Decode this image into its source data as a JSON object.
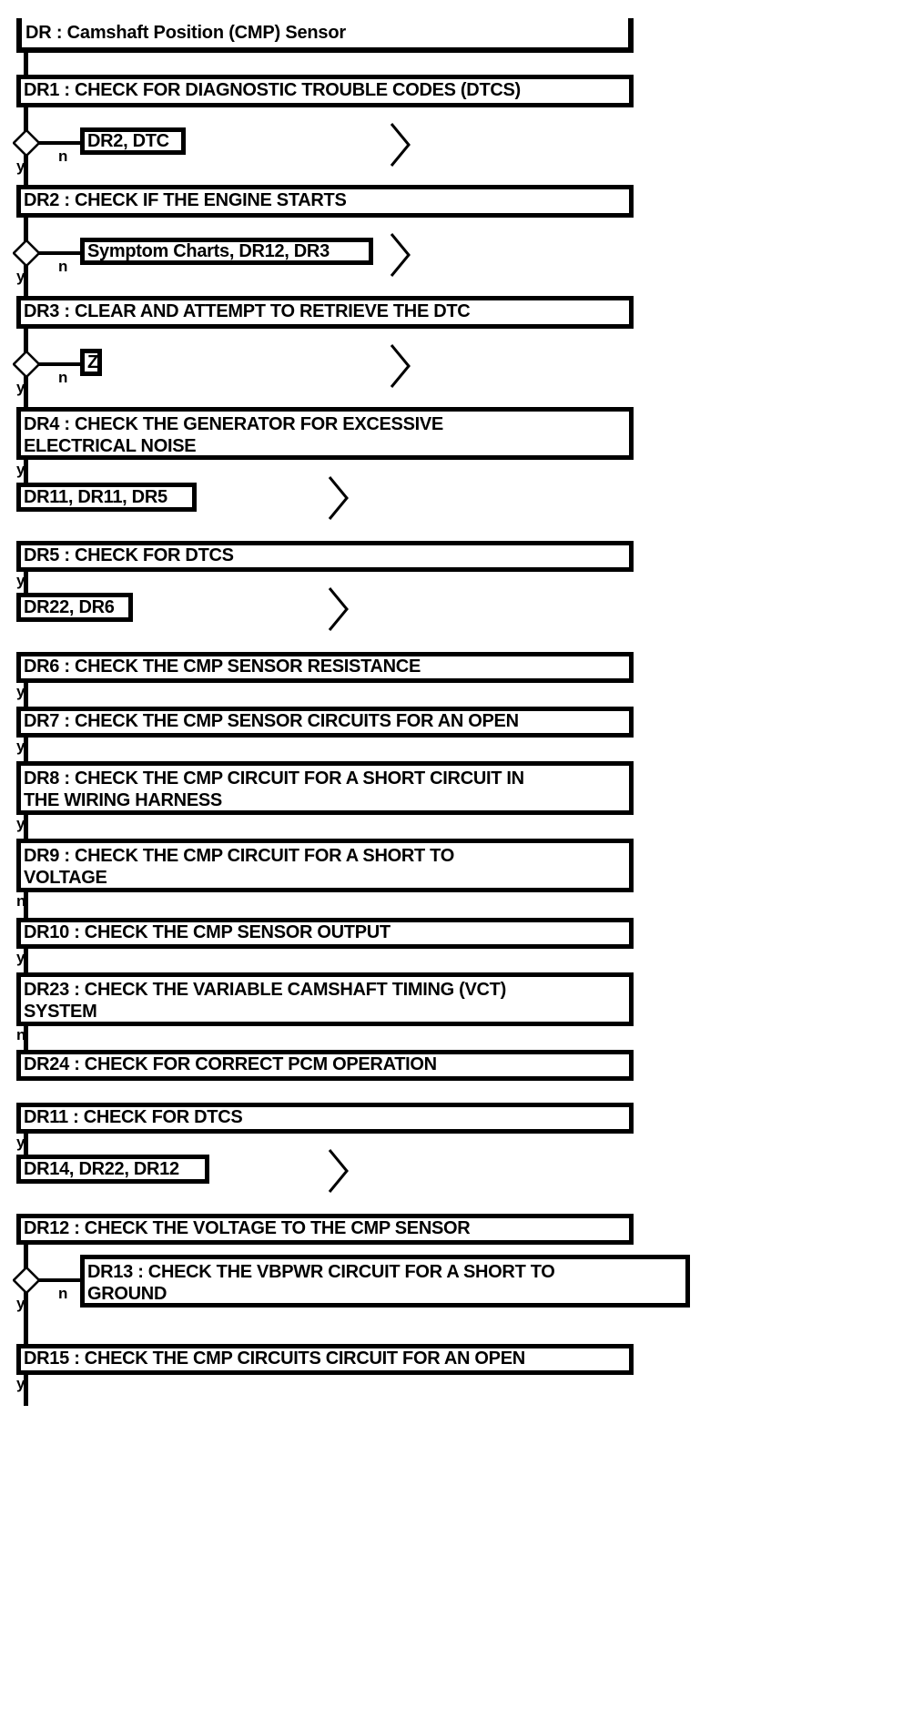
{
  "diagram": {
    "title": "DR : Camshaft Position (CMP) Sensor",
    "type": "diagnostic-flowchart",
    "line_color": "#000000",
    "background_color": "#ffffff",
    "branch_labels": {
      "yes": "y",
      "no": "n"
    },
    "nodes": {
      "title": {
        "id": "DR",
        "label": "DR : Camshaft Position (CMP) Sensor"
      },
      "dr1": {
        "id": "DR1",
        "label": "DR1 : CHECK FOR DIAGNOSTIC TROUBLE CODES (DTCS)"
      },
      "dr2": {
        "id": "DR2",
        "label": "DR2 : CHECK IF THE ENGINE STARTS"
      },
      "dr3": {
        "id": "DR3",
        "label": "DR3 : CLEAR AND ATTEMPT TO RETRIEVE THE DTC"
      },
      "dr4_l1": {
        "id": "DR4",
        "label": "DR4 : CHECK THE GENERATOR FOR EXCESSIVE"
      },
      "dr4_l2": {
        "label": "ELECTRICAL NOISE"
      },
      "dr5": {
        "id": "DR5",
        "label": "DR5 : CHECK FOR DTCS"
      },
      "dr6": {
        "id": "DR6",
        "label": "DR6 : CHECK THE CMP SENSOR RESISTANCE"
      },
      "dr7": {
        "id": "DR7",
        "label": "DR7 : CHECK THE CMP SENSOR CIRCUITS FOR AN OPEN"
      },
      "dr8_l1": {
        "id": "DR8",
        "label": "DR8 : CHECK THE CMP CIRCUIT FOR A SHORT CIRCUIT IN"
      },
      "dr8_l2": {
        "label": "THE WIRING HARNESS"
      },
      "dr9_l1": {
        "id": "DR9",
        "label": "DR9 : CHECK THE CMP CIRCUIT FOR A SHORT TO"
      },
      "dr9_l2": {
        "label": "VOLTAGE"
      },
      "dr10": {
        "id": "DR10",
        "label": "DR10 : CHECK THE CMP SENSOR OUTPUT"
      },
      "dr23_l1": {
        "id": "DR23",
        "label": "DR23 : CHECK THE VARIABLE CAMSHAFT TIMING (VCT)"
      },
      "dr23_l2": {
        "label": "SYSTEM"
      },
      "dr24": {
        "id": "DR24",
        "label": "DR24 : CHECK FOR CORRECT PCM OPERATION"
      },
      "dr11": {
        "id": "DR11",
        "label": "DR11 : CHECK FOR DTCS"
      },
      "dr12": {
        "id": "DR12",
        "label": "DR12 : CHECK THE VOLTAGE TO THE CMP SENSOR"
      },
      "dr13_l1": {
        "id": "DR13",
        "label": "DR13 : CHECK THE VBPWR CIRCUIT FOR A SHORT TO"
      },
      "dr13_l2": {
        "label": "GROUND"
      },
      "dr15": {
        "id": "DR15",
        "label": "DR15 : CHECK THE CMP CIRCUITS CIRCUIT FOR AN OPEN"
      }
    },
    "references": {
      "ref_dr2_dtc": {
        "label": "DR2, DTC"
      },
      "ref_symptom_charts": {
        "label": "Symptom Charts, DR12, DR3"
      },
      "ref_z": {
        "label": "Z"
      },
      "ref_dr11_dr11_dr5": {
        "label": "DR11, DR11, DR5"
      },
      "ref_dr22_dr6": {
        "label": "DR22, DR6"
      },
      "ref_dr14_dr22_dr12": {
        "label": "DR14, DR22, DR12"
      }
    },
    "edge_labels": {
      "e_dr1_y": "y",
      "e_dr1_n": "n",
      "e_dr2_y": "y",
      "e_dr2_n": "n",
      "e_dr3_y": "y",
      "e_dr3_n": "n",
      "e_dr4_y": "y",
      "e_dr5_y": "y",
      "e_dr6_y": "y",
      "e_dr7_y": "y",
      "e_dr8_y": "y",
      "e_dr9_n": "n",
      "e_dr10_y": "y",
      "e_dr23_n": "n",
      "e_dr11_y": "y",
      "e_dr12_y": "y",
      "e_dr12_n": "n",
      "e_dr15_y": "y"
    }
  }
}
